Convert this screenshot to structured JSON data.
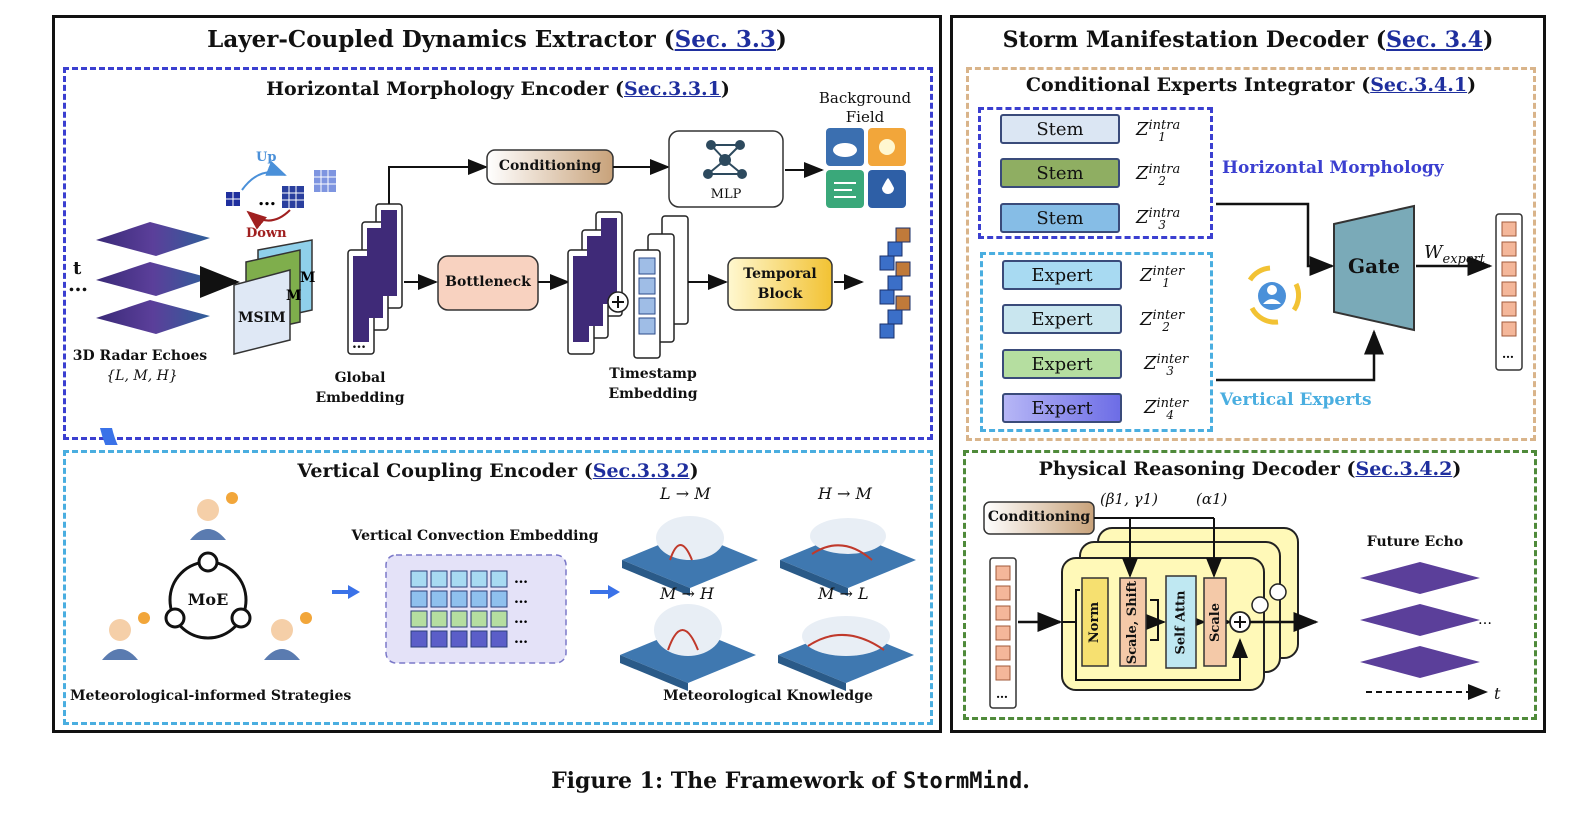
{
  "left_panel": {
    "title": "Layer-Coupled Dynamics Extractor",
    "ref": "Sec. 3.3",
    "horizontal": {
      "title": "Horizontal Morphology Encoder",
      "ref": "Sec.3.3.1",
      "radar_label": "3D Radar Echoes",
      "radar_sets": "{L, M, H}",
      "t_label": "t",
      "ellipsis": "…",
      "up_label": "Up",
      "down_label": "Down",
      "msim_label": "MSIM",
      "conditioning_label": "Conditioning",
      "mlp_label": "MLP",
      "background_label_1": "Background",
      "background_label_2": "Field",
      "global_label_1": "Global",
      "global_label_2": "Embedding",
      "bottleneck_label": "Bottleneck",
      "timestamp_label_1": "Timestamp",
      "timestamp_label_2": "Embedding",
      "temporal_label_1": "Temporal",
      "temporal_label_2": "Block"
    },
    "vertical": {
      "title": "Vertical Coupling Encoder",
      "ref": "Sec.3.3.2",
      "moe_label": "MoE",
      "strategies_label": "Meteorological-informed Strategies",
      "embedding_label": "Vertical Convection Embedding",
      "knowledge_label": "Meteorological Knowledge",
      "transitions": [
        "L → M",
        "H → M",
        "M → H",
        "M → L"
      ]
    }
  },
  "right_panel": {
    "title": "Storm Manifestation Decoder",
    "ref": "Sec. 3.4",
    "integrator": {
      "title": "Conditional Experts Integrator",
      "ref": "Sec.3.4.1",
      "stems": [
        {
          "label": "Stem",
          "z": "1",
          "color": "#dbe6f3"
        },
        {
          "label": "Stem",
          "z": "2",
          "color": "#8fae62"
        },
        {
          "label": "Stem",
          "z": "3",
          "color": "#86bde6"
        }
      ],
      "intra_sup": "intra",
      "horizontal_label": "Horizontal Morphology",
      "experts": [
        {
          "label": "Expert",
          "z": "1",
          "color": "#a8daf2"
        },
        {
          "label": "Expert",
          "z": "2",
          "color": "#c9e6ef"
        },
        {
          "label": "Expert",
          "z": "3",
          "color": "#b5dea0"
        },
        {
          "label": "Expert",
          "z": "4",
          "color": "#8f8ff0"
        }
      ],
      "inter_sup": "inter",
      "vertical_label": "Vertical Experts",
      "gate_label": "Gate",
      "w_label": "W",
      "w_sub": "expert"
    },
    "decoder": {
      "title": "Physical Reasoning Decoder",
      "ref": "Sec.3.4.2",
      "conditioning_label": "Conditioning",
      "beta_gamma": "(β1, γ1)",
      "alpha": "(α1)",
      "norm_label": "Norm",
      "scale_shift_label": "Scale, Shift",
      "self_attn_label": "Self Attn",
      "scale_label": "Scale",
      "future_label": "Future Echo",
      "t_label": "t"
    }
  },
  "caption": {
    "prefix": "Figure 1: The Framework of ",
    "name": "StormMind",
    "suffix": "."
  },
  "colors": {
    "blue_dash": "#3b3fd0",
    "cyan_dash": "#4aaee0",
    "tan_dash": "#d9b48a",
    "green_dash": "#4f8a3a",
    "ref_blue": "#1f2f9e"
  }
}
